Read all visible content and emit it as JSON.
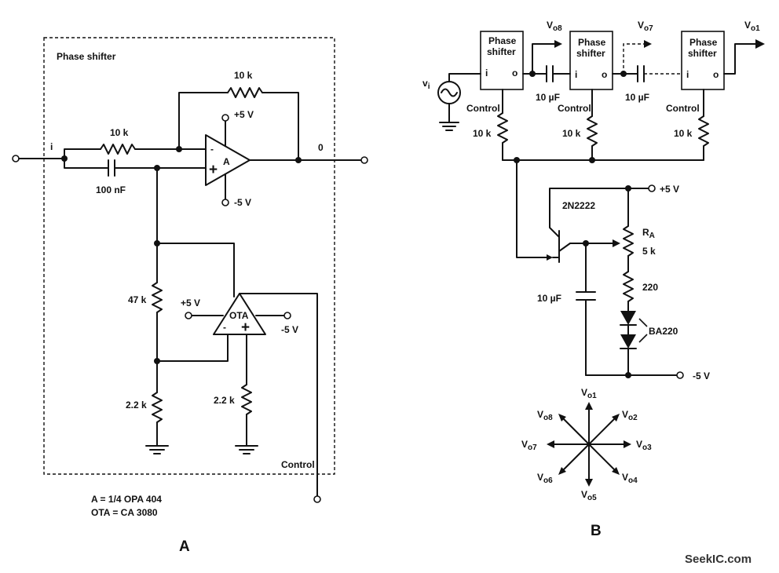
{
  "panel_a": {
    "box_title": "Phase shifter",
    "input_label": "i",
    "output_label": "0",
    "r_feedback": "10 k",
    "r_input": "10 k",
    "c_input": "100 nF",
    "opamp_label": "A",
    "minus": "-",
    "plus": "+",
    "v_pos": "+5 V",
    "v_neg": "-5 V",
    "r_47k": "47 k",
    "r_22k_left": "2.2 k",
    "r_22k_right": "2.2 k",
    "ota_label": "OTA",
    "ota_vpos": "+5 V",
    "ota_vneg": "-5 V",
    "control_label": "Control",
    "note_line1": "A = 1/4 OPA 404",
    "note_line2": "OTA = CA 3080",
    "panel_label": "A"
  },
  "panel_b": {
    "block_line1": "Phase",
    "block_line2": "shifter",
    "pin_i": "i",
    "pin_o": "o",
    "vi": "v",
    "vi_sub": "i",
    "control": "Control",
    "r_control": "10 k",
    "c_coupling": "10 µF",
    "v": "V",
    "out_08": "o8",
    "out_07": "o7",
    "out_01": "o1",
    "supply_pos": "+5 V",
    "supply_neg": "-5 V",
    "transistor": "2N2222",
    "ra": "R",
    "ra_sub": "A",
    "ra_value": "5 k",
    "r_220": "220",
    "cap_10uf": "10 µF",
    "diodes": "BA220",
    "phasor": {
      "o1": "o1",
      "o2": "o2",
      "o3": "o3",
      "o4": "o4",
      "o5": "o5",
      "o6": "o6",
      "o7": "o7",
      "o8": "o8"
    },
    "panel_label": "B"
  },
  "watermark": "SeekIC.com"
}
